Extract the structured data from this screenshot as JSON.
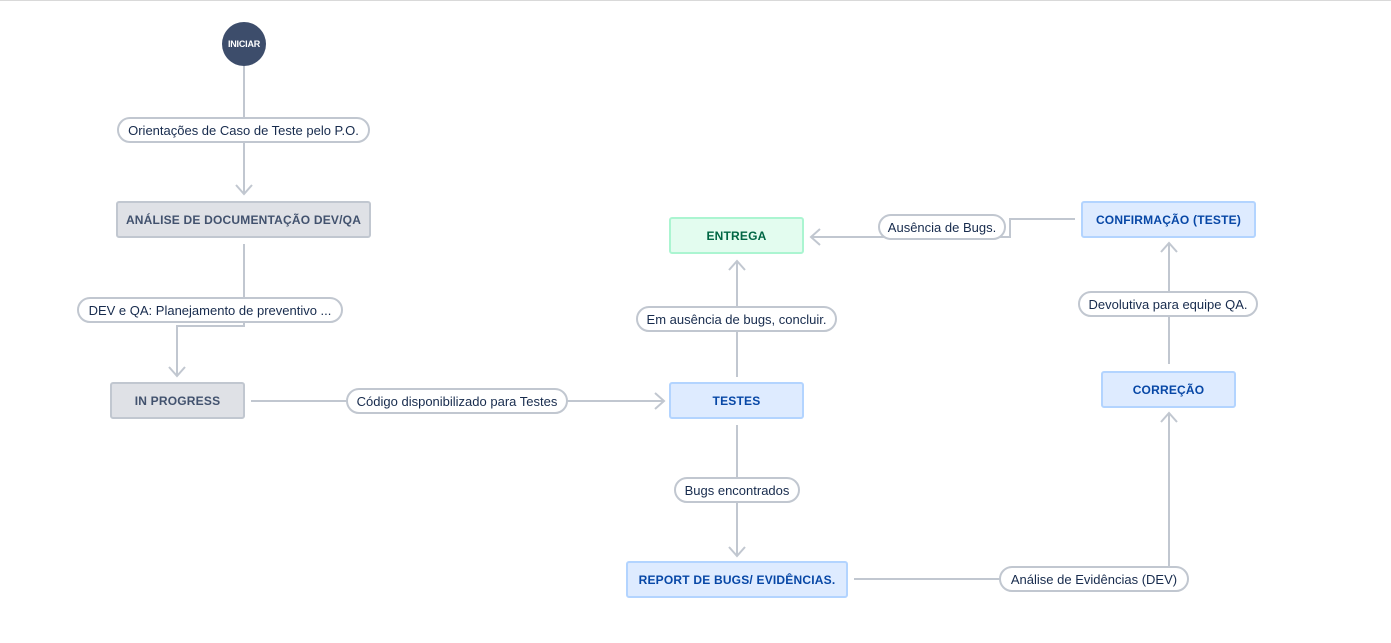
{
  "start": {
    "label": "INICIAR"
  },
  "nodes": {
    "analise": "ANÁLISE DE DOCUMENTAÇÃO DEV/QA",
    "in_progress": "IN PROGRESS",
    "testes": "TESTES",
    "entrega": "ENTREGA",
    "report": "REPORT DE BUGS/ EVIDÊNCIAS.",
    "correcao": "CORREÇÃO",
    "confirmacao": "CONFIRMAÇÃO (TESTE)"
  },
  "transitions": {
    "orientacoes": "Orientações de Caso de Teste pelo P.O.",
    "planejamento": "DEV e QA: Planejamento de preventivo ...",
    "codigo": "Código disponibilizado para Testes",
    "em_ausencia": "Em ausência de bugs, concluir.",
    "bugs_encontrados": "Bugs encontrados",
    "analise_evidencias": "Análise de Evidências (DEV)",
    "devolutiva": "Devolutiva para equipe QA.",
    "ausencia": "Ausência de Bugs."
  },
  "colors": {
    "connector": "#c1c7d0",
    "gray_status": "#dfe1e6",
    "blue_status": "#deebff",
    "green_status": "#e3fcef",
    "start": "#3d4d6b"
  }
}
